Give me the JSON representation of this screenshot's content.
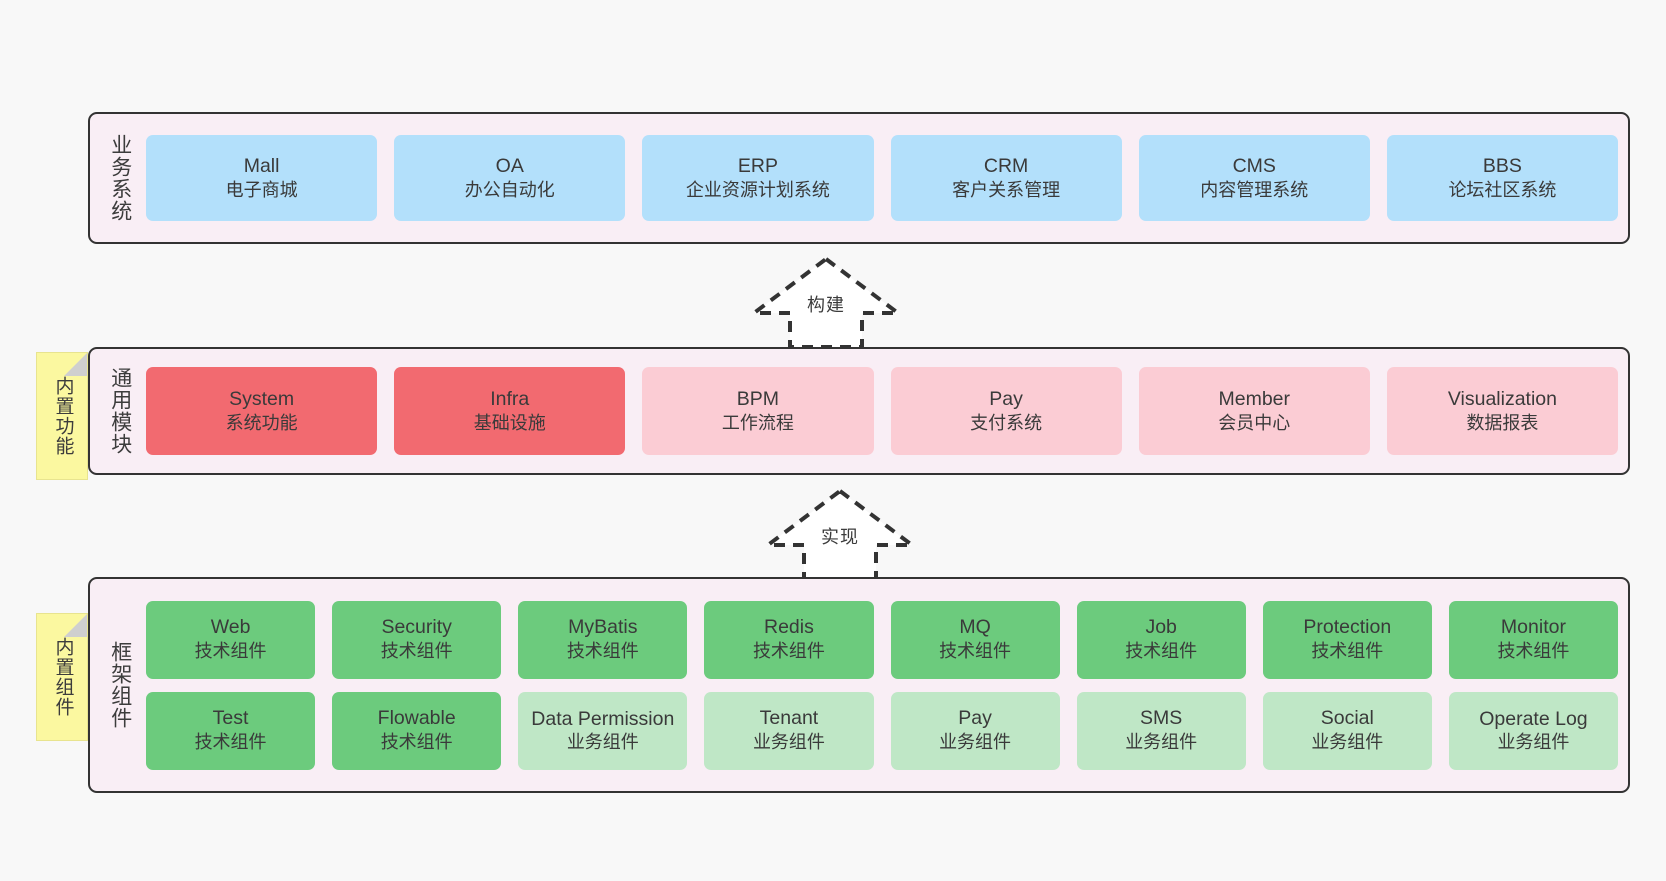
{
  "diagram": {
    "background": "#f8f8f8",
    "container_fill": "#f9eef5",
    "container_border": "#333333",
    "note_fill": "#fbf8a0",
    "colors": {
      "business": "#b3e0fb",
      "module_core": "#f26a70",
      "module_optional": "#fbccd4",
      "tech_component": "#6ccb7d",
      "biz_component": "#bfe7c6"
    }
  },
  "layers": {
    "business": {
      "title": "业务系统",
      "cards": [
        {
          "en": "Mall",
          "cn": "电子商城",
          "color": "blue"
        },
        {
          "en": "OA",
          "cn": "办公自动化",
          "color": "blue"
        },
        {
          "en": "ERP",
          "cn": "企业资源计划系统",
          "color": "blue"
        },
        {
          "en": "CRM",
          "cn": "客户关系管理",
          "color": "blue"
        },
        {
          "en": "CMS",
          "cn": "内容管理系统",
          "color": "blue"
        },
        {
          "en": "BBS",
          "cn": "论坛社区系统",
          "color": "blue"
        }
      ]
    },
    "modules": {
      "title": "通用模块",
      "note": "内置功能",
      "cards": [
        {
          "en": "System",
          "cn": "系统功能",
          "color": "red"
        },
        {
          "en": "Infra",
          "cn": "基础设施",
          "color": "red"
        },
        {
          "en": "BPM",
          "cn": "工作流程",
          "color": "pink"
        },
        {
          "en": "Pay",
          "cn": "支付系统",
          "color": "pink"
        },
        {
          "en": "Member",
          "cn": "会员中心",
          "color": "pink"
        },
        {
          "en": "Visualization",
          "cn": "数据报表",
          "color": "pink"
        }
      ]
    },
    "framework": {
      "title": "框架组件",
      "note": "内置组件",
      "row1": [
        {
          "en": "Web",
          "cn": "技术组件",
          "color": "green"
        },
        {
          "en": "Security",
          "cn": "技术组件",
          "color": "green"
        },
        {
          "en": "MyBatis",
          "cn": "技术组件",
          "color": "green"
        },
        {
          "en": "Redis",
          "cn": "技术组件",
          "color": "green"
        },
        {
          "en": "MQ",
          "cn": "技术组件",
          "color": "green"
        },
        {
          "en": "Job",
          "cn": "技术组件",
          "color": "green"
        },
        {
          "en": "Protection",
          "cn": "技术组件",
          "color": "green"
        },
        {
          "en": "Monitor",
          "cn": "技术组件",
          "color": "green"
        }
      ],
      "row2": [
        {
          "en": "Test",
          "cn": "技术组件",
          "color": "green"
        },
        {
          "en": "Flowable",
          "cn": "技术组件",
          "color": "green"
        },
        {
          "en": "Data Permission",
          "cn": "业务组件",
          "color": "lightgreen"
        },
        {
          "en": "Tenant",
          "cn": "业务组件",
          "color": "lightgreen"
        },
        {
          "en": "Pay",
          "cn": "业务组件",
          "color": "lightgreen"
        },
        {
          "en": "SMS",
          "cn": "业务组件",
          "color": "lightgreen"
        },
        {
          "en": "Social",
          "cn": "业务组件",
          "color": "lightgreen"
        },
        {
          "en": "Operate Log",
          "cn": "业务组件",
          "color": "lightgreen"
        }
      ]
    }
  },
  "arrows": [
    {
      "label": "构建",
      "direction": "up"
    },
    {
      "label": "实现",
      "direction": "up"
    }
  ]
}
